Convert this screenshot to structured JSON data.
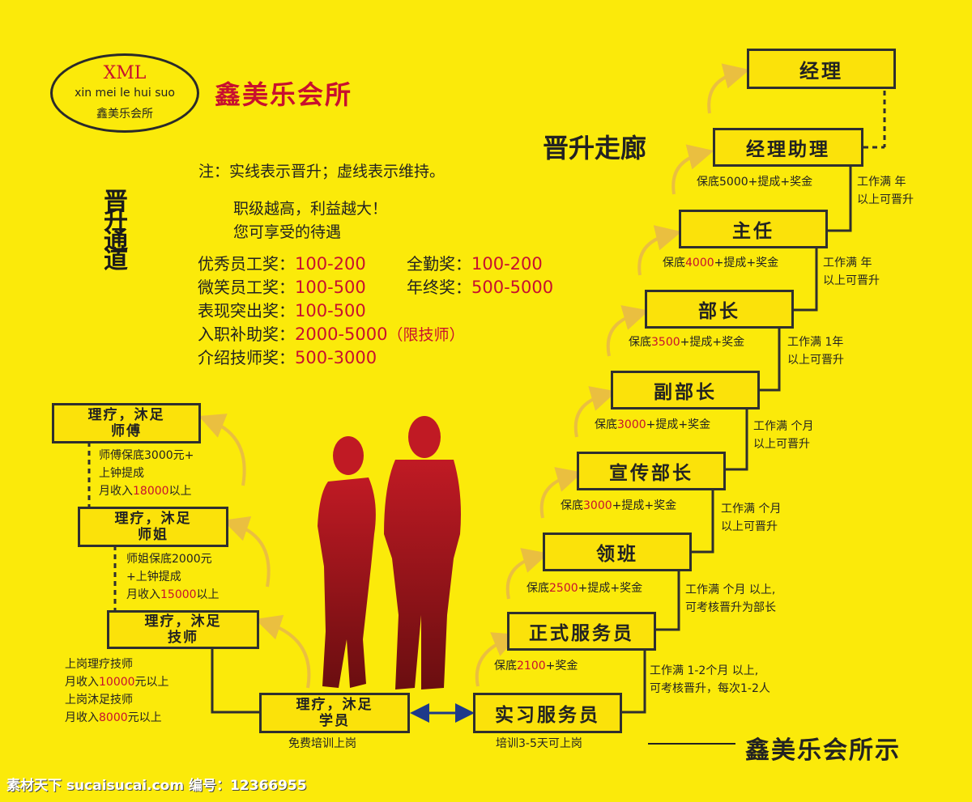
{
  "logo": {
    "xml": "XML",
    "pinyin": "xin mei le hui suo",
    "chinese": "鑫美乐会所"
  },
  "brand_title": "鑫美乐会所",
  "corridor_title": "晋升走廊",
  "note": "注：实线表示晋升；虚线表示维持。",
  "slogan": [
    "职级越高，利益越大！",
    "您可享受的待遇"
  ],
  "vertical_title": "晋升通道",
  "bonuses": [
    {
      "label": "优秀员工奖：",
      "value": "100-200"
    },
    {
      "label": "全勤奖：",
      "value": "100-200"
    },
    {
      "label": "微笑员工奖：",
      "value": "100-500"
    },
    {
      "label": "年终奖：",
      "value": "500-5000"
    },
    {
      "label": "表现突出奖：",
      "value": "100-500"
    },
    {
      "label": "入职补助奖：",
      "value": "2000-5000",
      "note": "（限技师）"
    },
    {
      "label": "介绍技师奖：",
      "value": "500-3000"
    }
  ],
  "service_ladder": [
    {
      "title": "经理"
    },
    {
      "title": "经理助理",
      "pay_prefix": "保底",
      "pay_value": "5000",
      "pay_suffix": "+提成+奖金",
      "promo": [
        "工作满 年",
        "以上可晋升"
      ]
    },
    {
      "title": "主任",
      "pay_prefix": "保底",
      "pay_value": "4000",
      "pay_suffix": "+提成+奖金",
      "promo": [
        "工作满 年",
        "以上可晋升"
      ]
    },
    {
      "title": "部长",
      "pay_prefix": "保底",
      "pay_value": "3500",
      "pay_suffix": "+提成+奖金",
      "promo": [
        "工作满 1年",
        "以上可晋升"
      ]
    },
    {
      "title": "副部长",
      "pay_prefix": "保底",
      "pay_value": "3000",
      "pay_suffix": "+提成+奖金",
      "promo": [
        "工作满 个月",
        "以上可晋升"
      ]
    },
    {
      "title": "宣传部长",
      "pay_prefix": "保底",
      "pay_value": "3000",
      "pay_suffix": "+提成+奖金",
      "promo": [
        "工作满 个月",
        "以上可晋升"
      ]
    },
    {
      "title": "领班",
      "pay_prefix": "保底",
      "pay_value": "2500",
      "pay_suffix": "+提成+奖金",
      "promo": [
        "工作满 个月 以上,",
        "可考核晋升为部长"
      ]
    },
    {
      "title": "正式服务员",
      "pay_prefix": "保底",
      "pay_value": "2100",
      "pay_suffix": "+奖金",
      "promo": [
        "工作满 1-2个月 以上,",
        "可考核晋升，每次1-2人"
      ]
    },
    {
      "title": "实习服务员",
      "caption": "培训3-5天可上岗"
    }
  ],
  "tech_ladder": [
    {
      "title": [
        "理疗，沐足",
        "师傅"
      ],
      "info": [
        {
          "t": "师傅保底3000元+"
        },
        {
          "t": "上钟提成"
        },
        {
          "pre": "月收入",
          "val": "18000",
          "post": "以上"
        }
      ]
    },
    {
      "title": [
        "理疗，沐足",
        "师姐"
      ],
      "info": [
        {
          "t": "师姐保底2000元"
        },
        {
          "t": "+上钟提成"
        },
        {
          "pre": "月收入",
          "val": "15000",
          "post": "以上"
        }
      ]
    },
    {
      "title": [
        "理疗，沐足",
        "技师"
      ],
      "info": [
        {
          "t": "上岗理疗技师"
        },
        {
          "pre": "月收入",
          "val": "10000",
          "post": "元以上"
        },
        {
          "t": "上岗沐足技师"
        },
        {
          "pre": "月收入",
          "val": "8000",
          "post": "元以上"
        }
      ]
    },
    {
      "title": [
        "理疗，沐足",
        "学员"
      ],
      "caption": "免费培训上岗"
    }
  ],
  "footer": "鑫美乐会所示",
  "watermark": "素材天下 sucaisucai.com  编号：12366955",
  "colors": {
    "background": "#fbea0a",
    "accent": "#c8102e",
    "box_border": "#2f2f2f",
    "figure": "#a0141e",
    "arrow": "#e8b84a",
    "double_arrow": "#1e3a8a"
  }
}
